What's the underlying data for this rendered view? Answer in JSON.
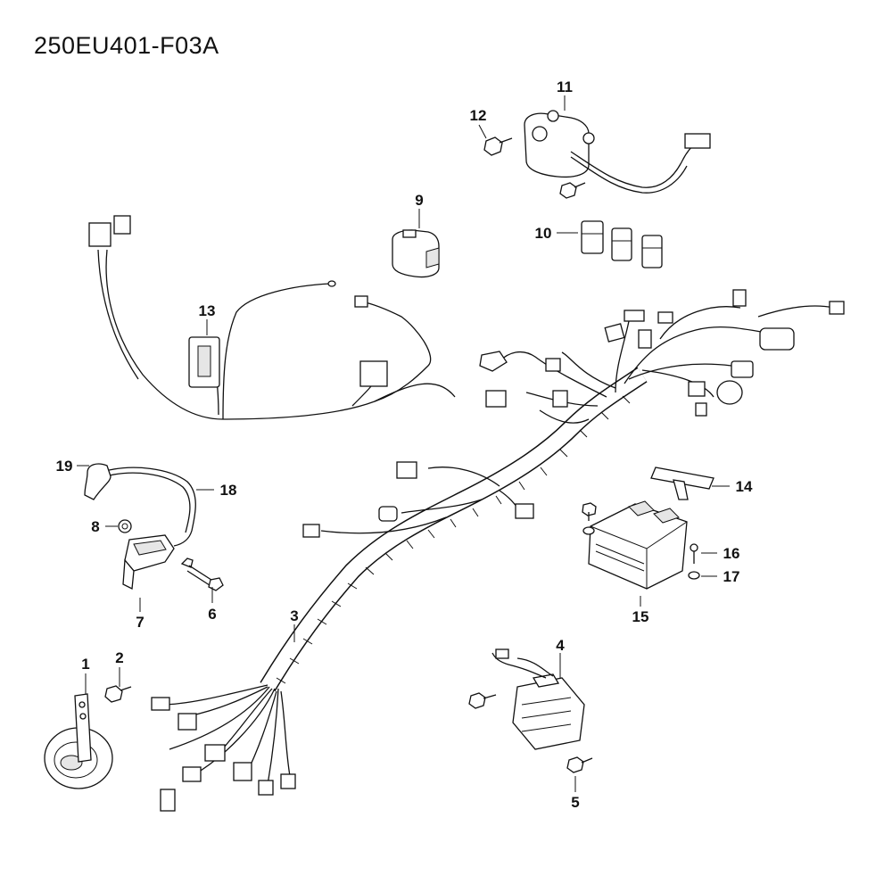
{
  "diagram": {
    "title": "250EU401-F03A"
  },
  "callouts": [
    {
      "id": "c1",
      "label": "1"
    },
    {
      "id": "c2",
      "label": "2"
    },
    {
      "id": "c3",
      "label": "3"
    },
    {
      "id": "c4",
      "label": "4"
    },
    {
      "id": "c5",
      "label": "5"
    },
    {
      "id": "c6",
      "label": "6"
    },
    {
      "id": "c7",
      "label": "7"
    },
    {
      "id": "c8",
      "label": "8"
    },
    {
      "id": "c9",
      "label": "9"
    },
    {
      "id": "c10",
      "label": "10"
    },
    {
      "id": "c11",
      "label": "11"
    },
    {
      "id": "c12",
      "label": "12"
    },
    {
      "id": "c13",
      "label": "13"
    },
    {
      "id": "c14",
      "label": "14"
    },
    {
      "id": "c15",
      "label": "15"
    },
    {
      "id": "c16",
      "label": "16"
    },
    {
      "id": "c17",
      "label": "17"
    },
    {
      "id": "c18",
      "label": "18"
    },
    {
      "id": "c19",
      "label": "19"
    }
  ]
}
